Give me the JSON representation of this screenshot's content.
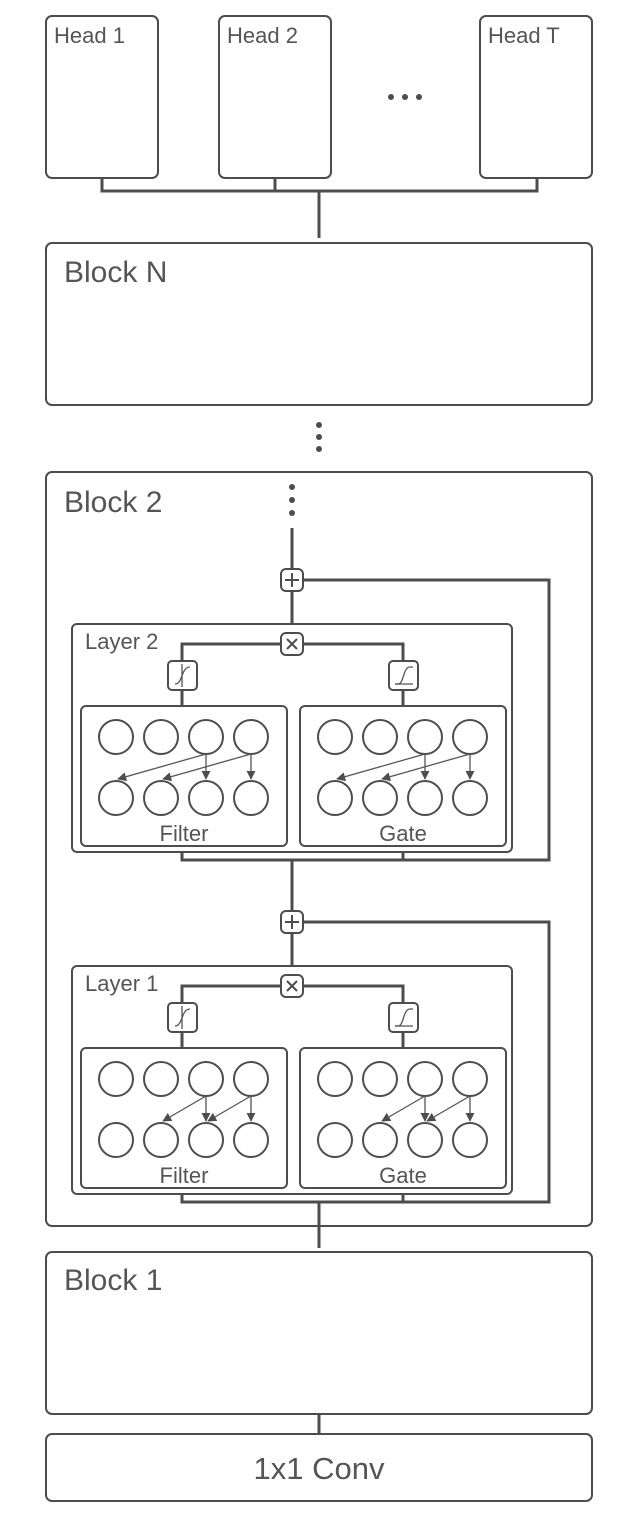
{
  "heads": [
    {
      "label": "Head 1"
    },
    {
      "label": "Head 2"
    },
    {
      "label": "Head T"
    }
  ],
  "blocks": {
    "n": "Block N",
    "two": "Block 2",
    "one": "Block 1"
  },
  "layers": [
    {
      "label": "Layer 2",
      "filter": "Filter",
      "gate": "Gate"
    },
    {
      "label": "Layer 1",
      "filter": "Filter",
      "gate": "Gate"
    }
  ],
  "conv": "1x1 Conv",
  "colors": {
    "stroke": "#4d4d4d",
    "text": "#555555"
  },
  "icons": [
    "add-icon",
    "multiply-icon",
    "tanh-icon",
    "sigmoid-icon",
    "ellipsis-icon"
  ]
}
